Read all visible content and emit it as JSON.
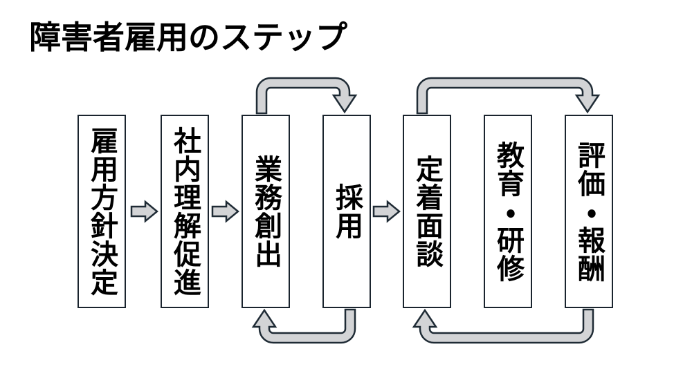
{
  "title": "障害者雇用のステップ",
  "steps": [
    {
      "label": "雇用方針決定"
    },
    {
      "label": "社内理解促進"
    },
    {
      "label": "業務創出"
    },
    {
      "label": "採用"
    },
    {
      "label": "定着面談"
    },
    {
      "label": "教育・研修"
    },
    {
      "label": "評価・報酬"
    }
  ],
  "connectors": {
    "forward_arrows": [
      {
        "from": "雇用方針決定",
        "to": "社内理解促進"
      },
      {
        "from": "社内理解促進",
        "to": "業務創出"
      },
      {
        "from": "採用",
        "to": "定着面談"
      }
    ],
    "cycle_arrows": [
      {
        "from": "業務創出",
        "to": "採用",
        "path": "top"
      },
      {
        "from": "採用",
        "to": "業務創出",
        "path": "bottom"
      },
      {
        "from": "定着面談",
        "to": "評価・報酬",
        "path": "top"
      },
      {
        "from": "評価・報酬",
        "to": "定着面談",
        "path": "bottom"
      }
    ]
  },
  "colors": {
    "background": "#ffffff",
    "text": "#000000",
    "box_border": "#1a242e",
    "arrow_fill": "#d3d4d6",
    "arrow_outline": "#1f2b35"
  }
}
